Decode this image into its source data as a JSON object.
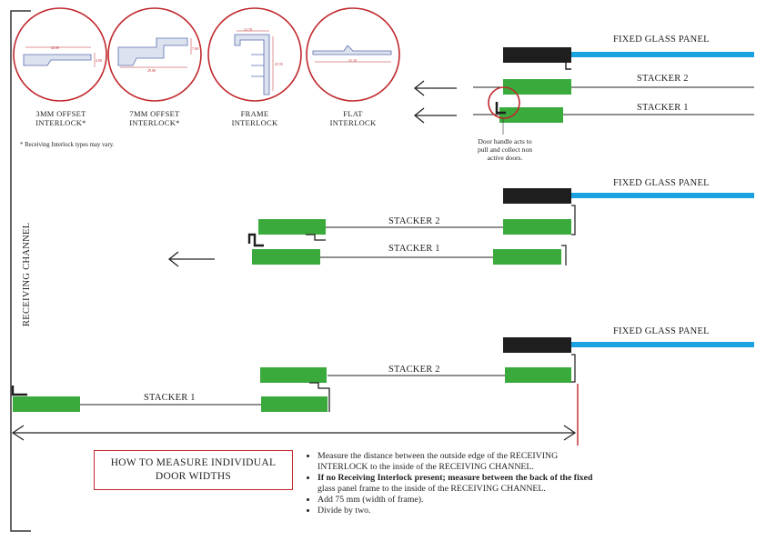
{
  "interlocks": [
    {
      "caption_line1": "3MM OFFSET",
      "caption_line2": "INTERLOCK*",
      "dims": [
        "22.00",
        "4.00"
      ]
    },
    {
      "caption_line1": "7MM OFFSET",
      "caption_line2": "INTERLOCK*",
      "dims": [
        "29.00",
        "7.00"
      ]
    },
    {
      "caption_line1": "FRAME",
      "caption_line2": "INTERLOCK",
      "dims": [
        "12.70",
        "25.55"
      ]
    },
    {
      "caption_line1": "FLAT",
      "caption_line2": "INTERLOCK",
      "dims": [
        "31.10"
      ]
    }
  ],
  "interlock_note": "* Receiving Interlock types may vary.",
  "receiving_channel_label": "RECEIVING CHANNEL",
  "fixed_panel_label": "FIXED GLASS PANEL",
  "stacker1_label": "STACKER 1",
  "stacker2_label": "STACKER 2",
  "handle_note": [
    "Door handle acts to",
    "pull and collect non",
    "active doors."
  ],
  "how_to_title": [
    "HOW TO MEASURE INDIVIDUAL",
    "DOOR WIDTHS"
  ],
  "steps": [
    {
      "lines": [
        "Measure the distance between the outside edge of the RECEIVING",
        "INTERLOCK to the inside of the RECEIVING CHANNEL."
      ],
      "bold_first": false
    },
    {
      "lines": [
        "If no Receiving Interlock present; measure between the back of the fixed",
        "glass panel frame to the inside of the RECEIVING CHANNEL."
      ],
      "bold_first": true
    },
    {
      "lines": [
        "Add 75 mm (width of frame)."
      ],
      "bold_first": false
    },
    {
      "lines": [
        "Divide by two."
      ],
      "bold_first": false
    }
  ],
  "colors": {
    "door_green": "#3aaa3c",
    "glass_blue": "#1aa3e0",
    "frame_black": "#1e1e1e",
    "accent_red": "#c0282d"
  }
}
